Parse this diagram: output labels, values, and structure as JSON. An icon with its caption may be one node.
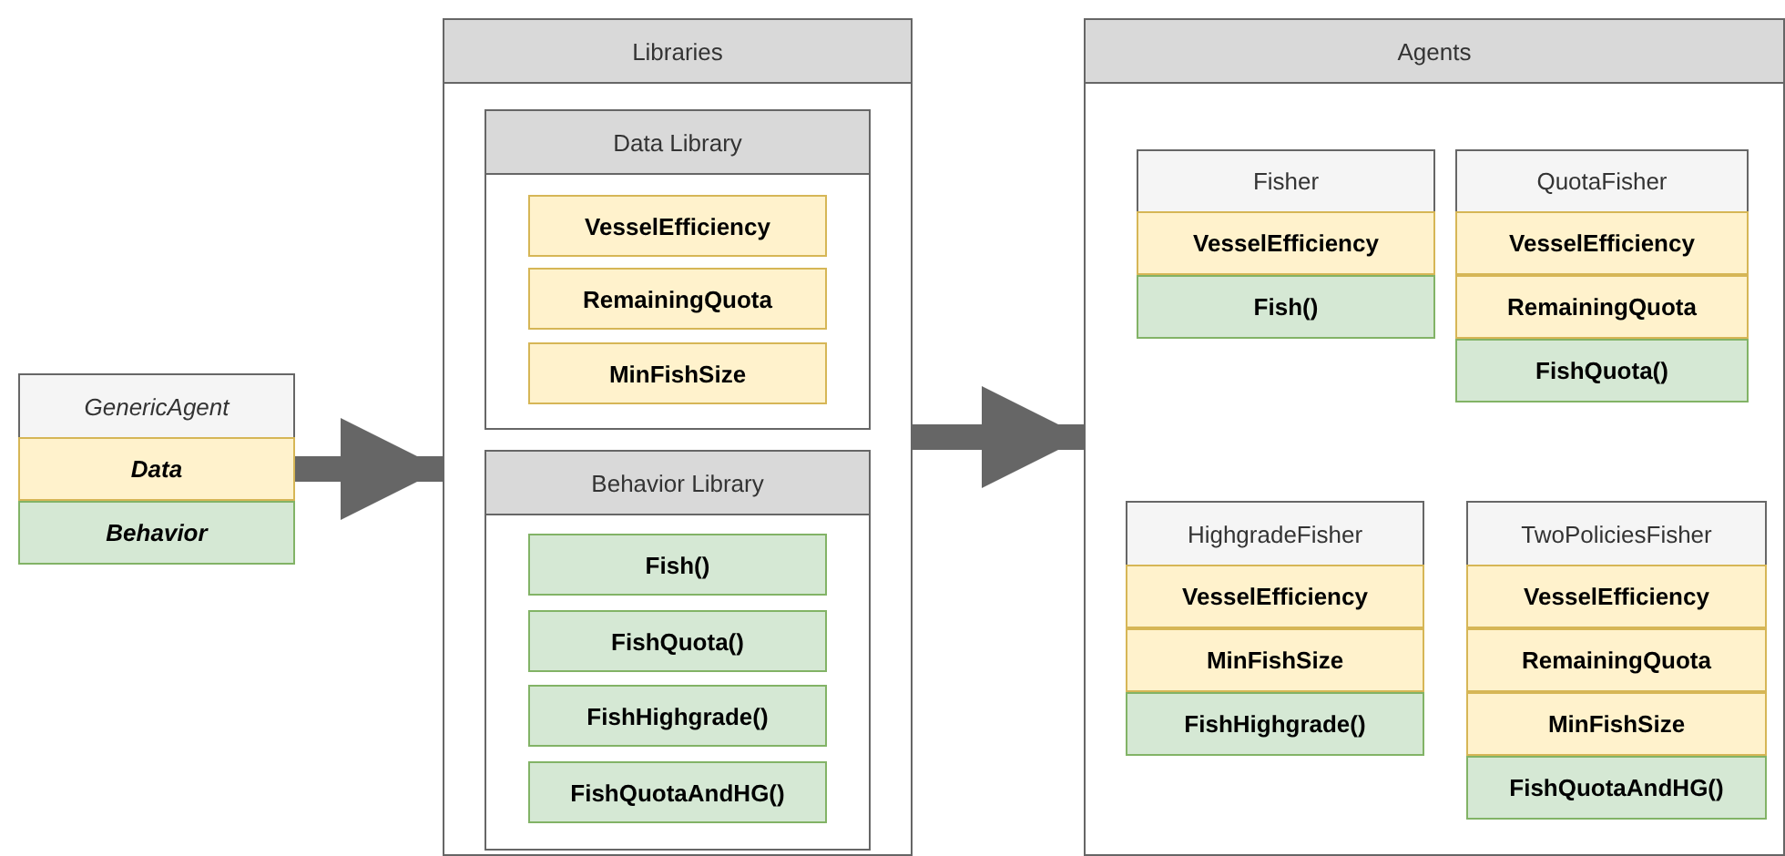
{
  "diagram": {
    "nodes": [
      {
        "text": [
          "GenericAgent"
        ]
      },
      {
        "text": [
          "Data"
        ],
        "in": 0
      },
      {
        "text": [
          "Behavior"
        ],
        "in": 0
      },
      {
        "text": [
          "Libraries"
        ]
      },
      {
        "text": [
          "Data Library"
        ],
        "in": 3
      },
      {
        "text": [
          "VesselEfficiency"
        ],
        "in": 4
      },
      {
        "text": [
          "RemainingQuota"
        ],
        "in": 4
      },
      {
        "text": [
          "MinFishSize"
        ],
        "in": 4
      },
      {
        "text": [
          "Behavior Library"
        ],
        "in": 3
      },
      {
        "text": [
          "Fish()"
        ],
        "in": 8
      },
      {
        "text": [
          "FishQuota()"
        ],
        "in": 8
      },
      {
        "text": [
          "FishHighgrade()"
        ],
        "in": 8
      },
      {
        "text": [
          "FishQuotaAndHG()"
        ],
        "in": 8
      },
      {
        "text": [
          "Agents"
        ]
      },
      {
        "text": [
          "Fisher"
        ],
        "in": 13
      },
      {
        "text": [
          "VesselEfficiency"
        ],
        "in": 14
      },
      {
        "text": [
          "Fish()"
        ],
        "in": 14
      },
      {
        "text": [
          "QuotaFisher"
        ],
        "in": 13
      },
      {
        "text": [
          "VesselEfficiency"
        ],
        "in": 17
      },
      {
        "text": [
          "RemainingQuota"
        ],
        "in": 17
      },
      {
        "text": [
          "FishQuota()"
        ],
        "in": 17
      },
      {
        "text": [
          "HighgradeFisher"
        ],
        "in": 13
      },
      {
        "text": [
          "VesselEfficiency"
        ],
        "in": 21
      },
      {
        "text": [
          "MinFishSize"
        ],
        "in": 21
      },
      {
        "text": [
          "FishHighgrade()"
        ],
        "in": 21
      },
      {
        "text": [
          "TwoPoliciesFisher"
        ],
        "in": 13
      },
      {
        "text": [
          "VesselEfficiency"
        ],
        "in": 25
      },
      {
        "text": [
          "RemainingQuota"
        ],
        "in": 25
      },
      {
        "text": [
          "MinFishSize"
        ],
        "in": 25
      },
      {
        "text": [
          "FishQuotaAndHG()"
        ],
        "in": 25
      }
    ],
    "edges": [
      {
        "from": 0,
        "to": 3,
        "arrow": "to"
      },
      {
        "from": 3,
        "to": 13,
        "arrow": "to"
      }
    ]
  }
}
